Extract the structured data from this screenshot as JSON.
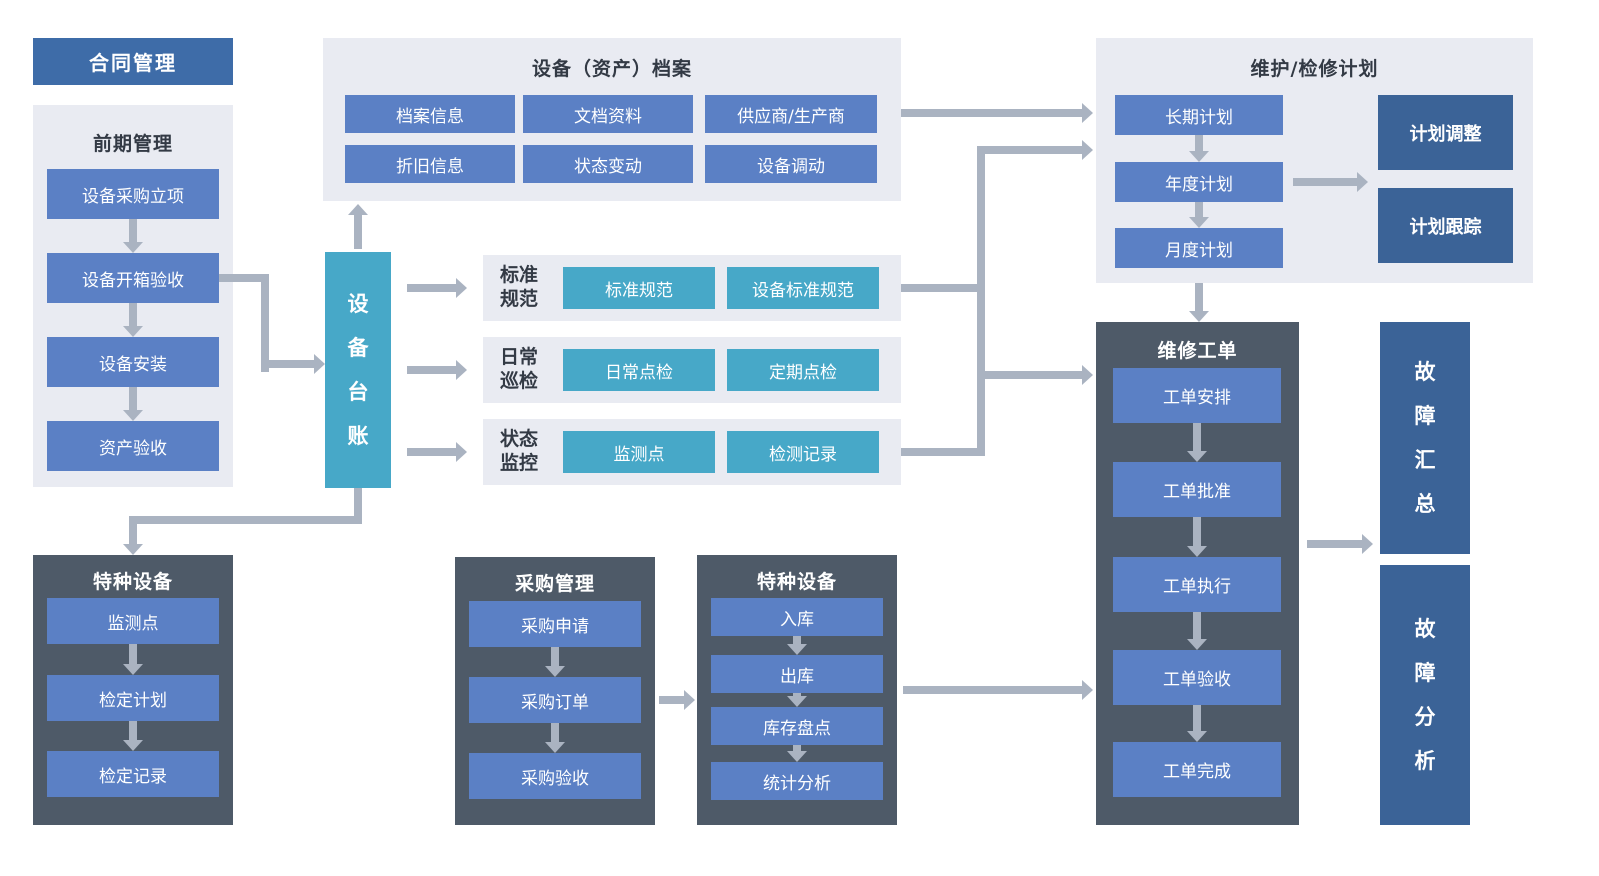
{
  "colors": {
    "header_blue": "#3e6ca8",
    "panel_gray": "#e9ebf2",
    "node_blue": "#5b80c5",
    "node_teal": "#47a8c8",
    "panel_dark": "#4e5a68",
    "node_navy": "#3b6397",
    "arrow_gray": "#aab3c1"
  },
  "contract": {
    "title": "合同管理"
  },
  "pre_stage": {
    "title": "前期管理",
    "items": [
      "设备采购立项",
      "设备开箱验收",
      "设备安装",
      "资产验收"
    ]
  },
  "ledger": {
    "title": "设备台账"
  },
  "archive": {
    "title": "设备（资产）档案",
    "row1": [
      "档案信息",
      "文档资料",
      "供应商/生产商"
    ],
    "row2": [
      "折旧信息",
      "状态变动",
      "设备调动"
    ]
  },
  "strips": [
    {
      "label": "标准规范",
      "items": [
        "标准规范",
        "设备标准规范"
      ]
    },
    {
      "label": "日常巡检",
      "items": [
        "日常点检",
        "定期点检"
      ]
    },
    {
      "label": "状态监控",
      "items": [
        "监测点",
        "检测记录"
      ]
    }
  ],
  "maintenance_plan": {
    "title": "维护/检修计划",
    "items": [
      "长期计划",
      "年度计划",
      "月度计划"
    ],
    "side_items": [
      "计划调整",
      "计划跟踪"
    ]
  },
  "work_order": {
    "title": "维修工单",
    "items": [
      "工单安排",
      "工单批准",
      "工单执行",
      "工单验收",
      "工单完成"
    ]
  },
  "fault": {
    "summary": "故障汇总",
    "analysis": "故障分析"
  },
  "special_equipment": {
    "title": "特种设备",
    "items": [
      "监测点",
      "检定计划",
      "检定记录"
    ]
  },
  "procurement": {
    "title": "采购管理",
    "items": [
      "采购申请",
      "采购订单",
      "采购验收"
    ]
  },
  "warehouse": {
    "title": "特种设备",
    "items": [
      "入库",
      "出库",
      "库存盘点",
      "统计分析"
    ]
  }
}
